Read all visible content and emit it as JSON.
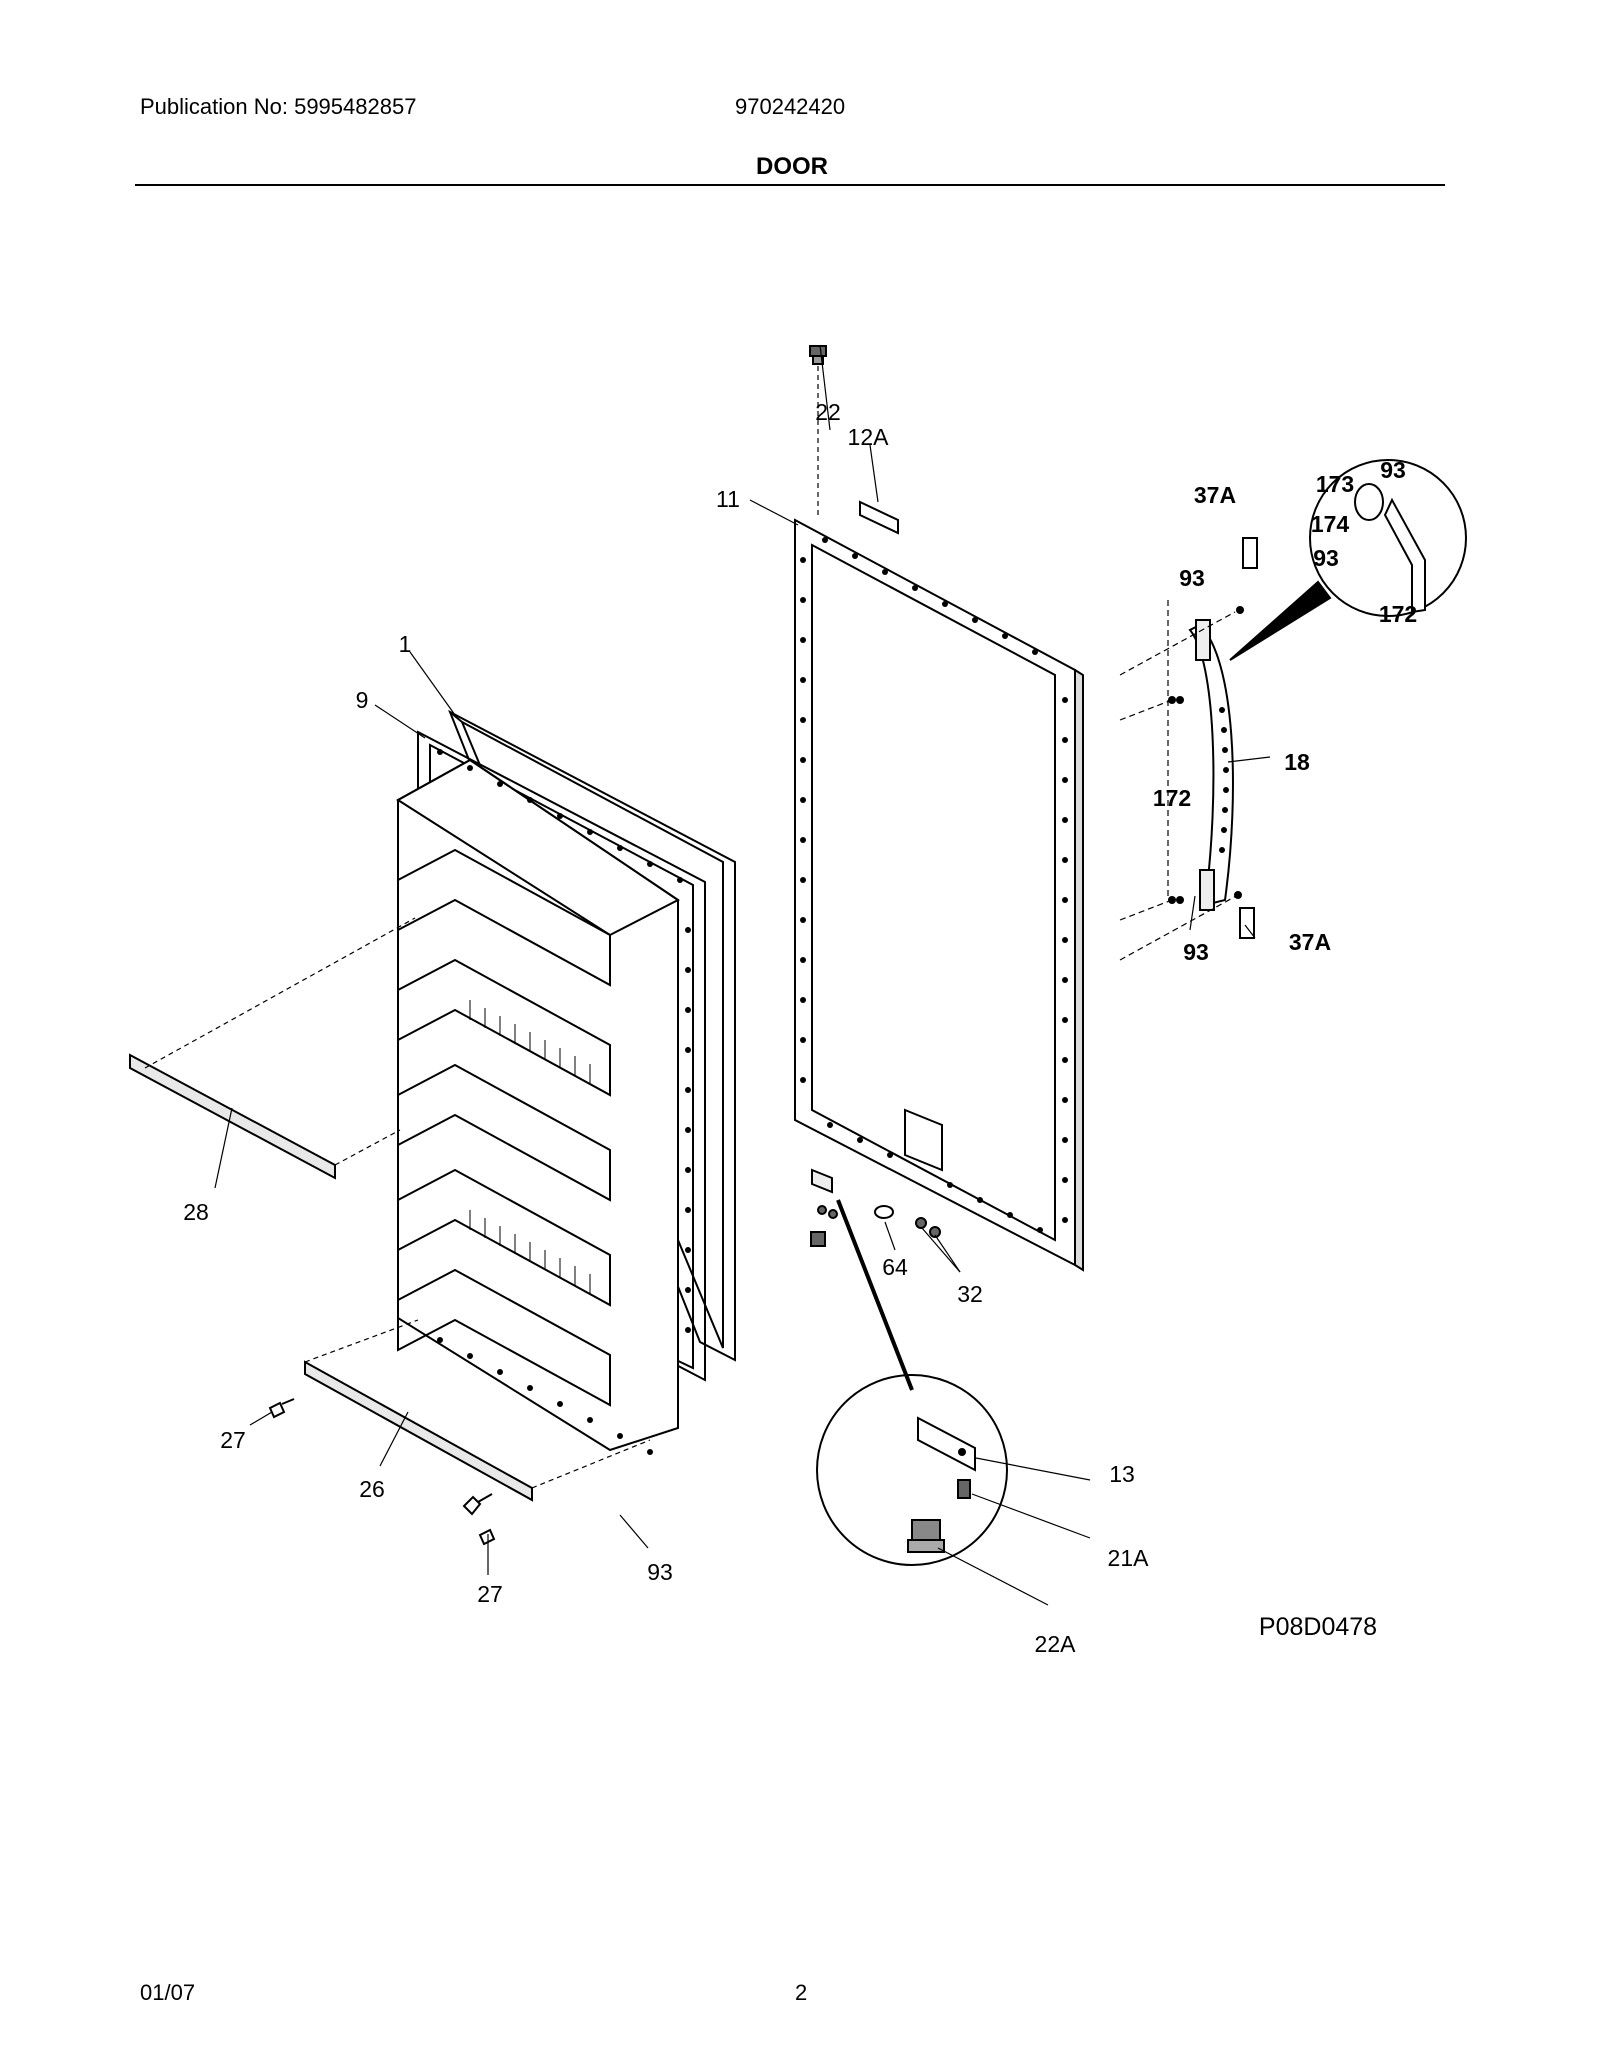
{
  "header": {
    "publication": "Publication No: 5995482857",
    "model": "970242420",
    "section_title": "DOOR"
  },
  "footer": {
    "date": "01/07",
    "page_number": "2"
  },
  "diagram_code": "P08D0478",
  "labels": {
    "door_gasket": "1",
    "inner_door_liner": "9",
    "outer_door": "11",
    "nameplate": "12A",
    "hinge_bracket": "13",
    "handle": "18",
    "screw_21a": "21A",
    "door_plug": "22",
    "door_plug_22a": "22A",
    "trim_26": "26",
    "fastener_27_top": "27",
    "fastener_27_bottom": "27",
    "trim_28": "28",
    "bushing_32": "32",
    "handle_cap_top": "37A",
    "handle_cap_bottom": "37A",
    "washer_64": "64",
    "screw_93_liner": "93",
    "screw_93_handle_top": "93",
    "screw_93_handle_bottom": "93",
    "screw_93_detail_top": "93",
    "screw_93_detail_mid": "93",
    "screw_172_handle": "172",
    "screw_172_detail": "172",
    "part_173": "173",
    "part_174": "174"
  }
}
